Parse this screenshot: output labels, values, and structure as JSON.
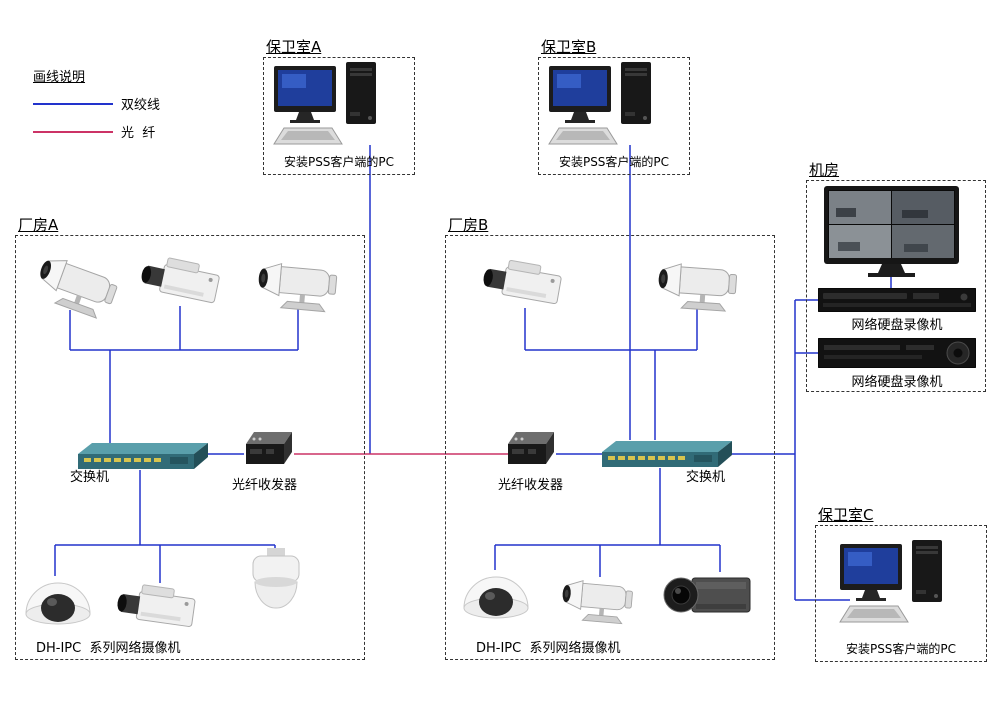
{
  "colors": {
    "twisted_pair_line": "#2233cc",
    "fiber_line": "#cc3366",
    "dashed_border": "#333333"
  },
  "legend": {
    "title": "画线说明",
    "items": [
      {
        "id": "twisted-pair",
        "label": "双绞线",
        "color": "#2233cc"
      },
      {
        "id": "fiber",
        "label": "光  纤",
        "color": "#cc3366"
      }
    ]
  },
  "areas": {
    "guard_room_a": {
      "title": "保卫室A",
      "pc_caption": "安装PSS客户端的PC"
    },
    "guard_room_b": {
      "title": "保卫室B",
      "pc_caption": "安装PSS客户端的PC"
    },
    "guard_room_c": {
      "title": "保卫室C",
      "pc_caption": "安装PSS客户端的PC"
    },
    "server_room": {
      "title": "机房",
      "devices": [
        {
          "label": "网络硬盘录像机"
        },
        {
          "label": "网络硬盘录像机"
        }
      ]
    },
    "factory_a": {
      "title": "厂房A",
      "switch_label": "交换机",
      "transceiver_label": "光纤收发器",
      "cameras_label": "DH-IPC  系列网络摄像机"
    },
    "factory_b": {
      "title": "厂房B",
      "switch_label": "交换机",
      "transceiver_label": "光纤收发器",
      "cameras_label": "DH-IPC  系列网络摄像机"
    }
  }
}
